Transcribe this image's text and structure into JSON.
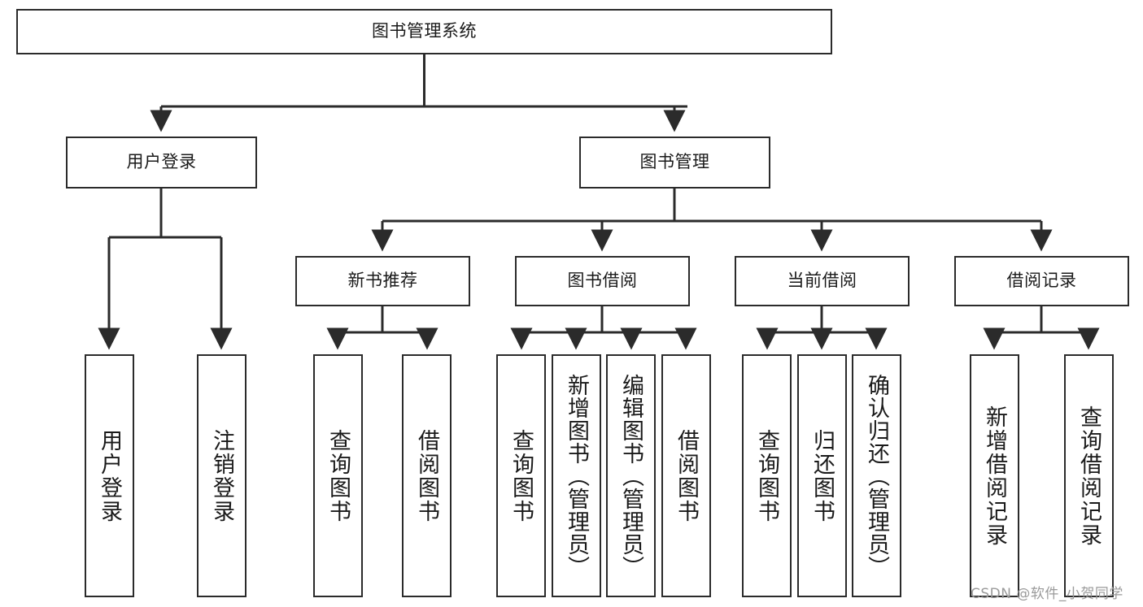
{
  "diagram": {
    "type": "tree-hierarchy-flowchart",
    "title": "图书管理系统",
    "orientation": "top-down",
    "colors": {
      "box_border": "#2b2b2b",
      "box_fill": "#ffffff",
      "connector": "#2b2b2b",
      "text": "#1a1a1a",
      "watermark": "#9a9a9a",
      "background": "#ffffff"
    },
    "nodes": {
      "root": {
        "label": "图书管理系统",
        "level": 1
      },
      "level2": [
        {
          "id": "user-login",
          "label": "用户登录"
        },
        {
          "id": "book-manage",
          "label": "图书管理"
        }
      ],
      "level3": [
        {
          "id": "new-book-recommend",
          "label": "新书推荐",
          "parent": "book-manage"
        },
        {
          "id": "book-borrow",
          "label": "图书借阅",
          "parent": "book-manage"
        },
        {
          "id": "current-borrow",
          "label": "当前借阅",
          "parent": "book-manage"
        },
        {
          "id": "borrow-record",
          "label": "借阅记录",
          "parent": "book-manage"
        }
      ],
      "leaves": [
        {
          "id": "leaf-user-login",
          "label": "用户登录",
          "parent": "user-login"
        },
        {
          "id": "leaf-logout-login",
          "label": "注销登录",
          "parent": "user-login"
        },
        {
          "id": "leaf-query-book-1",
          "label": "查询图书",
          "parent": "new-book-recommend"
        },
        {
          "id": "leaf-borrow-book-1",
          "label": "借阅图书",
          "parent": "new-book-recommend"
        },
        {
          "id": "leaf-query-book-2",
          "label": "查询图书",
          "parent": "book-borrow"
        },
        {
          "id": "leaf-add-book",
          "label": "新增图书（管理员）",
          "parent": "book-borrow"
        },
        {
          "id": "leaf-edit-book",
          "label": "编辑图书（管理员）",
          "parent": "book-borrow"
        },
        {
          "id": "leaf-borrow-book-2",
          "label": "借阅图书",
          "parent": "book-borrow"
        },
        {
          "id": "leaf-query-book-3",
          "label": "查询图书",
          "parent": "current-borrow"
        },
        {
          "id": "leaf-return-book",
          "label": "归还图书",
          "parent": "current-borrow"
        },
        {
          "id": "leaf-confirm-return",
          "label": "确认归还（管理员）",
          "parent": "current-borrow"
        },
        {
          "id": "leaf-add-record",
          "label": "新增借阅记录",
          "parent": "borrow-record"
        },
        {
          "id": "leaf-query-record",
          "label": "查询借阅记录",
          "parent": "borrow-record"
        }
      ]
    },
    "watermark": "CSDN @软件_小贺同学"
  }
}
